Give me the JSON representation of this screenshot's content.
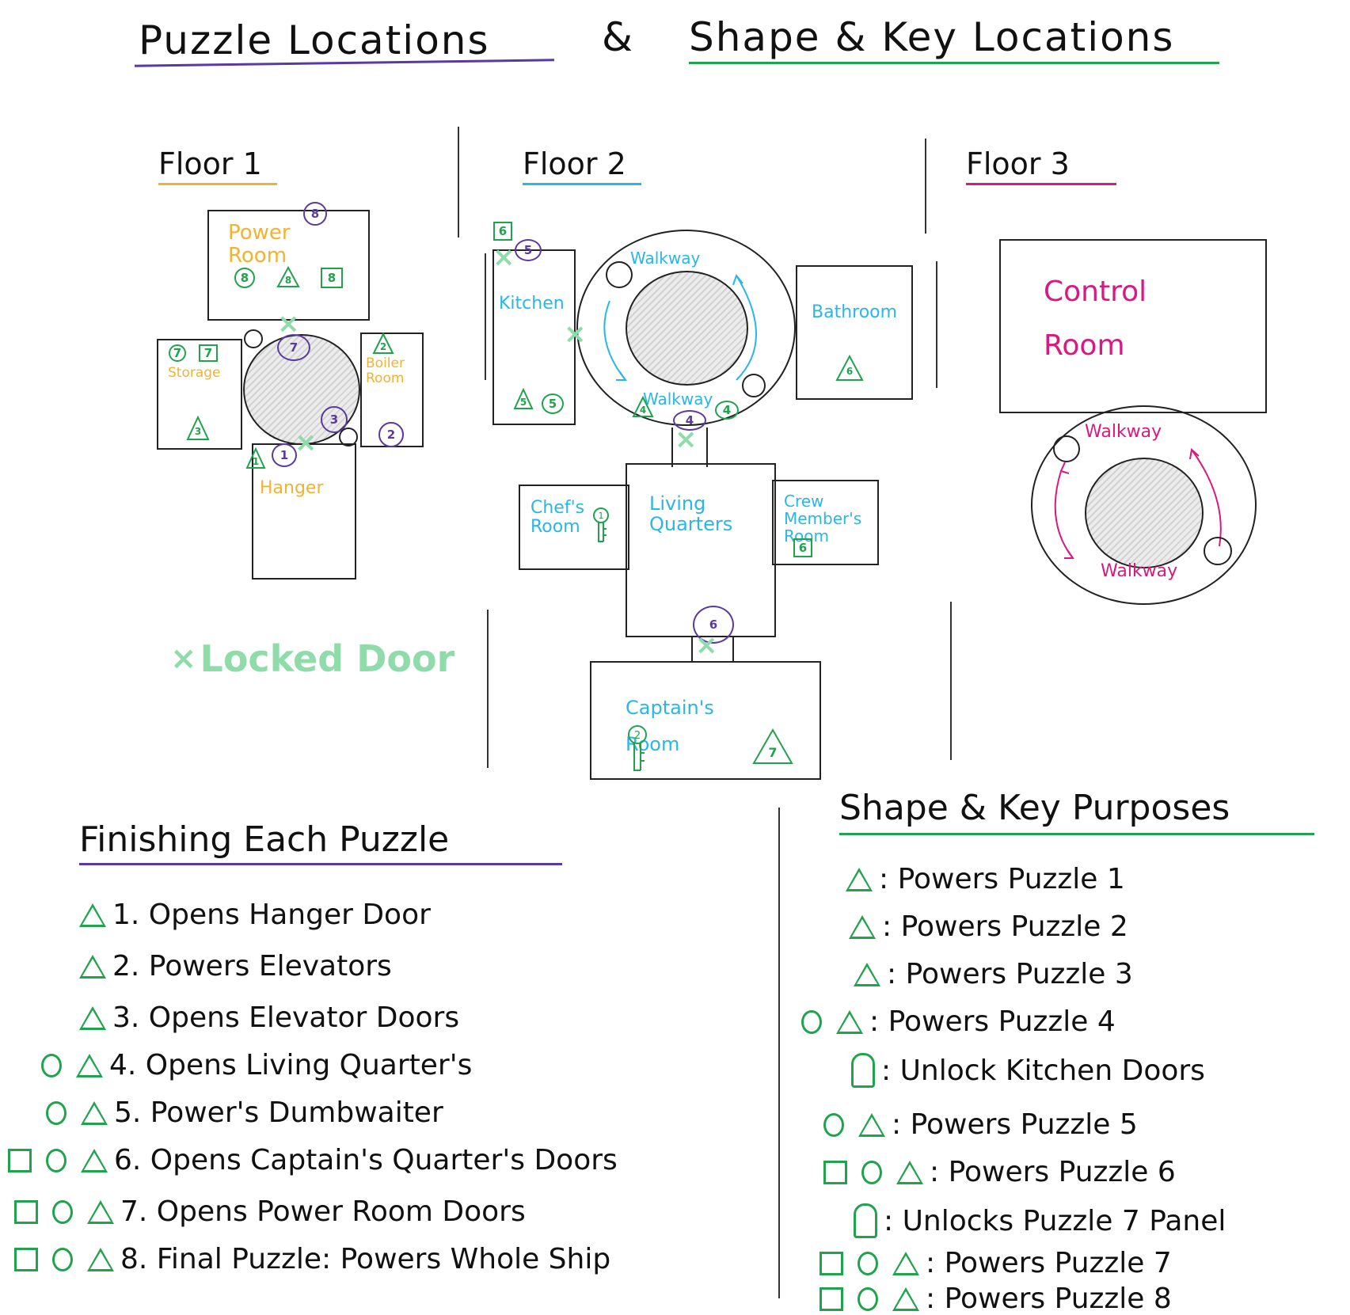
{
  "header": {
    "left": "Puzzle Locations",
    "amp": "&",
    "right": "Shape & Key Locations"
  },
  "floors": {
    "floor1": "Floor 1",
    "floor2": "Floor 2",
    "floor3": "Floor 3"
  },
  "rooms": {
    "power": "Power Room",
    "storage": "Storage",
    "boiler": "Boiler Room",
    "hanger": "Hanger",
    "kitchen": "Kitchen",
    "walkway": "Walkway",
    "bathroom": "Bathroom",
    "chefs": "Chef's Room",
    "living": "Living Quarters",
    "crew": "Crew Member's Room",
    "captains": "Captain's Room",
    "control": "Control Room"
  },
  "marker_labels": {
    "p1": "1",
    "p2": "2",
    "p3": "3",
    "p4": "4",
    "p5": "5",
    "p6": "6",
    "p7": "7",
    "p8": "8"
  },
  "legend_locked": "Locked Door",
  "finishing": {
    "title": "Finishing Each Puzzle",
    "items": [
      "1. Opens Hanger Door",
      "2. Powers Elevators",
      "3. Opens Elevator Doors",
      "4. Opens Living Quarter's",
      "5. Power's Dumbwaiter",
      "6. Opens Captain's Quarter's Doors",
      "7. Opens Power Room Doors",
      "8. Final Puzzle: Powers Whole Ship"
    ]
  },
  "purposes": {
    "title": "Shape & Key Purposes",
    "items": [
      ": Powers Puzzle 1",
      ": Powers Puzzle 2",
      ": Powers Puzzle 3",
      ": Powers Puzzle 4",
      ": Unlock Kitchen Doors",
      ": Powers Puzzle 5",
      ": Powers Puzzle 6",
      ": Unlocks Puzzle 7 Panel",
      ": Powers Puzzle 7",
      ": Powers Puzzle 8"
    ]
  },
  "colors": {
    "puzzle": "#5a3aa0",
    "shape_key": "#21a34d",
    "floor1": "#f2b233",
    "floor2": "#29b6e8",
    "floor3": "#d9197f",
    "locked": "#8fdcaa"
  },
  "icons": [
    "triangle-shape",
    "circle-shape",
    "square-shape",
    "key-icon",
    "elevator-hole",
    "locked-door-x",
    "direction-arrow"
  ]
}
